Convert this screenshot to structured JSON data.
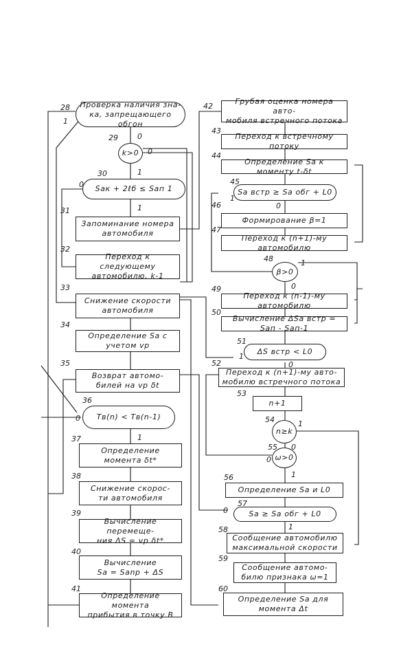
{
  "blocks": [
    {
      "id": "28",
      "text": "Проверка наличия зна-\nка, запрещающего обгон"
    },
    {
      "id": "29",
      "text": "k>0"
    },
    {
      "id": "30",
      "text": "Sак + 2ℓб ≤ Sап 1"
    },
    {
      "id": "31",
      "text": "Запоминание номера\nавтомобиля"
    },
    {
      "id": "32",
      "text": "Переход к следующему\nавтомобилю, k-1"
    },
    {
      "id": "33",
      "text": "Снижение скорости\nавтомобиля"
    },
    {
      "id": "34",
      "text": "Определение Sа с\nучетом vр"
    },
    {
      "id": "35",
      "text": "Возврат автомо-\nбилей на vр δt"
    },
    {
      "id": "36",
      "text": "Tв(n) < Tв(n-1)"
    },
    {
      "id": "37",
      "text": "Определение\nмомента δt*"
    },
    {
      "id": "38",
      "text": "Снижение скорос-\nти автомобиля"
    },
    {
      "id": "39",
      "text": "Вычисление перемеще-\nния  ΔS = vр δt*"
    },
    {
      "id": "40",
      "text": "Вычисление\nSа = Sаnp + ΔS"
    },
    {
      "id": "41",
      "text": "Определение момента\nприбытия в точку В"
    },
    {
      "id": "42",
      "text": "Грубая оценка номера авто-\nмобиля встречного потока"
    },
    {
      "id": "43",
      "text": "Переход к встречному потоку"
    },
    {
      "id": "44",
      "text": "Определение Sа к моменту t-δt"
    },
    {
      "id": "45",
      "text": "Sа встр ≥ Sа обг + L0"
    },
    {
      "id": "46",
      "text": "Формирование β=1"
    },
    {
      "id": "47",
      "text": "Переход к (n+1)-му автомобилю"
    },
    {
      "id": "48",
      "text": "β>0"
    },
    {
      "id": "49",
      "text": "Переход к (n-1)-му автомобилю"
    },
    {
      "id": "50",
      "text": "Вычисление ΔSа встр = Sап - Sап-1"
    },
    {
      "id": "51",
      "text": "ΔS встр < L0"
    },
    {
      "id": "52",
      "text": "Переход к (n+1)-му авто-\nмобилю встречного потока"
    },
    {
      "id": "53",
      "text": "n+1"
    },
    {
      "id": "54",
      "text": "n≥k"
    },
    {
      "id": "55",
      "text": "ω>0"
    },
    {
      "id": "56",
      "text": "Определение Sа и L0"
    },
    {
      "id": "57",
      "text": "Sа ≥ Sа обг + L0"
    },
    {
      "id": "58",
      "text": "Сообщение автомобилю\nмаксимальной скорости"
    },
    {
      "id": "59",
      "text": "Сообщение автомо-\nбилю признака ω=1"
    },
    {
      "id": "60",
      "text": "Определение Sа для\nмомента Δt"
    }
  ],
  "branch_labels": {
    "zero": "0",
    "one": "1"
  }
}
